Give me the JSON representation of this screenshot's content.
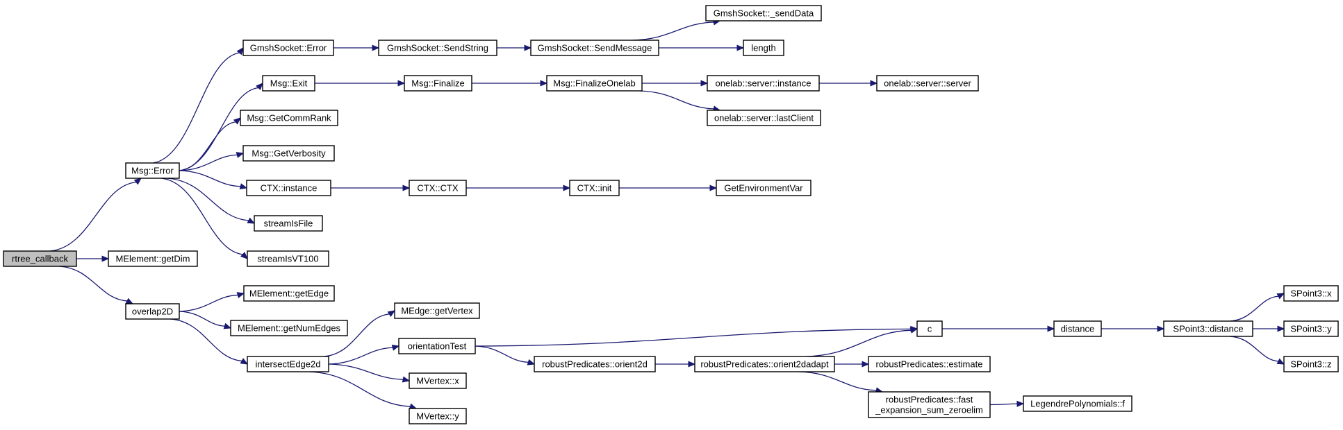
{
  "graph": {
    "nodes": [
      {
        "id": "rtree_callback",
        "lines": [
          "rtree_callback"
        ],
        "root": true
      },
      {
        "id": "msg_error",
        "lines": [
          "Msg::Error"
        ]
      },
      {
        "id": "melement_getdim",
        "lines": [
          "MElement::getDim"
        ]
      },
      {
        "id": "overlap2d",
        "lines": [
          "overlap2D"
        ]
      },
      {
        "id": "gmshsocket_error",
        "lines": [
          "GmshSocket::Error"
        ]
      },
      {
        "id": "msg_exit",
        "lines": [
          "Msg::Exit"
        ]
      },
      {
        "id": "msg_getcommrank",
        "lines": [
          "Msg::GetCommRank"
        ]
      },
      {
        "id": "msg_getverbosity",
        "lines": [
          "Msg::GetVerbosity"
        ]
      },
      {
        "id": "ctx_instance",
        "lines": [
          "CTX::instance"
        ]
      },
      {
        "id": "streamisfile",
        "lines": [
          "streamIsFile"
        ]
      },
      {
        "id": "streamisvt100",
        "lines": [
          "streamIsVT100"
        ]
      },
      {
        "id": "gmshsocket_sendstring",
        "lines": [
          "GmshSocket::SendString"
        ]
      },
      {
        "id": "gmshsocket_sendmessage",
        "lines": [
          "GmshSocket::SendMessage"
        ]
      },
      {
        "id": "gmshsocket_senddata",
        "lines": [
          "GmshSocket::_sendData"
        ]
      },
      {
        "id": "length",
        "lines": [
          "length"
        ]
      },
      {
        "id": "msg_finalize",
        "lines": [
          "Msg::Finalize"
        ]
      },
      {
        "id": "msg_finalizeonelab",
        "lines": [
          "Msg::FinalizeOnelab"
        ]
      },
      {
        "id": "onelab_server_instance",
        "lines": [
          "onelab::server::instance"
        ]
      },
      {
        "id": "onelab_server_server",
        "lines": [
          "onelab::server::server"
        ]
      },
      {
        "id": "onelab_server_lastclient",
        "lines": [
          "onelab::server::lastClient"
        ]
      },
      {
        "id": "ctx_ctx",
        "lines": [
          "CTX::CTX"
        ]
      },
      {
        "id": "ctx_init",
        "lines": [
          "CTX::init"
        ]
      },
      {
        "id": "getenvironmentvar",
        "lines": [
          "GetEnvironmentVar"
        ]
      },
      {
        "id": "melement_getedge",
        "lines": [
          "MElement::getEdge"
        ]
      },
      {
        "id": "melement_getnumedges",
        "lines": [
          "MElement::getNumEdges"
        ]
      },
      {
        "id": "intersectedge2d",
        "lines": [
          "intersectEdge2d"
        ]
      },
      {
        "id": "medge_getvertex",
        "lines": [
          "MEdge::getVertex"
        ]
      },
      {
        "id": "orientationtest",
        "lines": [
          "orientationTest"
        ]
      },
      {
        "id": "mvertex_x",
        "lines": [
          "MVertex::x"
        ]
      },
      {
        "id": "mvertex_y",
        "lines": [
          "MVertex::y"
        ]
      },
      {
        "id": "robust_orient2d",
        "lines": [
          "robustPredicates::orient2d"
        ]
      },
      {
        "id": "robust_orient2dadapt",
        "lines": [
          "robustPredicates::orient2dadapt"
        ]
      },
      {
        "id": "c",
        "lines": [
          "c"
        ]
      },
      {
        "id": "robust_estimate",
        "lines": [
          "robustPredicates::estimate"
        ]
      },
      {
        "id": "robust_fast_expansion",
        "lines": [
          "robustPredicates::fast",
          "_expansion_sum_zeroelim"
        ]
      },
      {
        "id": "legendre_f",
        "lines": [
          "LegendrePolynomials::f"
        ]
      },
      {
        "id": "distance",
        "lines": [
          "distance"
        ]
      },
      {
        "id": "spoint3_distance",
        "lines": [
          "SPoint3::distance"
        ]
      },
      {
        "id": "spoint3_x",
        "lines": [
          "SPoint3::x"
        ]
      },
      {
        "id": "spoint3_y",
        "lines": [
          "SPoint3::y"
        ]
      },
      {
        "id": "spoint3_z",
        "lines": [
          "SPoint3::z"
        ]
      }
    ],
    "edges": [
      [
        "rtree_callback",
        "msg_error"
      ],
      [
        "rtree_callback",
        "melement_getdim"
      ],
      [
        "rtree_callback",
        "overlap2d"
      ],
      [
        "msg_error",
        "gmshsocket_error"
      ],
      [
        "msg_error",
        "msg_exit"
      ],
      [
        "msg_error",
        "msg_getcommrank"
      ],
      [
        "msg_error",
        "msg_getverbosity"
      ],
      [
        "msg_error",
        "ctx_instance"
      ],
      [
        "msg_error",
        "streamisfile"
      ],
      [
        "msg_error",
        "streamisvt100"
      ],
      [
        "gmshsocket_error",
        "gmshsocket_sendstring"
      ],
      [
        "gmshsocket_sendstring",
        "gmshsocket_sendmessage"
      ],
      [
        "gmshsocket_sendmessage",
        "gmshsocket_senddata"
      ],
      [
        "gmshsocket_sendmessage",
        "length"
      ],
      [
        "msg_exit",
        "msg_finalize"
      ],
      [
        "msg_finalize",
        "msg_finalizeonelab"
      ],
      [
        "msg_finalizeonelab",
        "onelab_server_instance"
      ],
      [
        "msg_finalizeonelab",
        "onelab_server_lastclient"
      ],
      [
        "onelab_server_instance",
        "onelab_server_server"
      ],
      [
        "ctx_instance",
        "ctx_ctx"
      ],
      [
        "ctx_ctx",
        "ctx_init"
      ],
      [
        "ctx_init",
        "getenvironmentvar"
      ],
      [
        "overlap2d",
        "melement_getedge"
      ],
      [
        "overlap2d",
        "melement_getnumedges"
      ],
      [
        "overlap2d",
        "intersectedge2d"
      ],
      [
        "intersectedge2d",
        "medge_getvertex"
      ],
      [
        "intersectedge2d",
        "orientationtest"
      ],
      [
        "intersectedge2d",
        "mvertex_x"
      ],
      [
        "intersectedge2d",
        "mvertex_y"
      ],
      [
        "orientationtest",
        "c"
      ],
      [
        "orientationtest",
        "robust_orient2d"
      ],
      [
        "robust_orient2d",
        "robust_orient2dadapt"
      ],
      [
        "robust_orient2dadapt",
        "c"
      ],
      [
        "robust_orient2dadapt",
        "robust_estimate"
      ],
      [
        "robust_orient2dadapt",
        "robust_fast_expansion"
      ],
      [
        "robust_fast_expansion",
        "legendre_f"
      ],
      [
        "c",
        "distance"
      ],
      [
        "distance",
        "spoint3_distance"
      ],
      [
        "spoint3_distance",
        "spoint3_x"
      ],
      [
        "spoint3_distance",
        "spoint3_y"
      ],
      [
        "spoint3_distance",
        "spoint3_z"
      ]
    ]
  }
}
